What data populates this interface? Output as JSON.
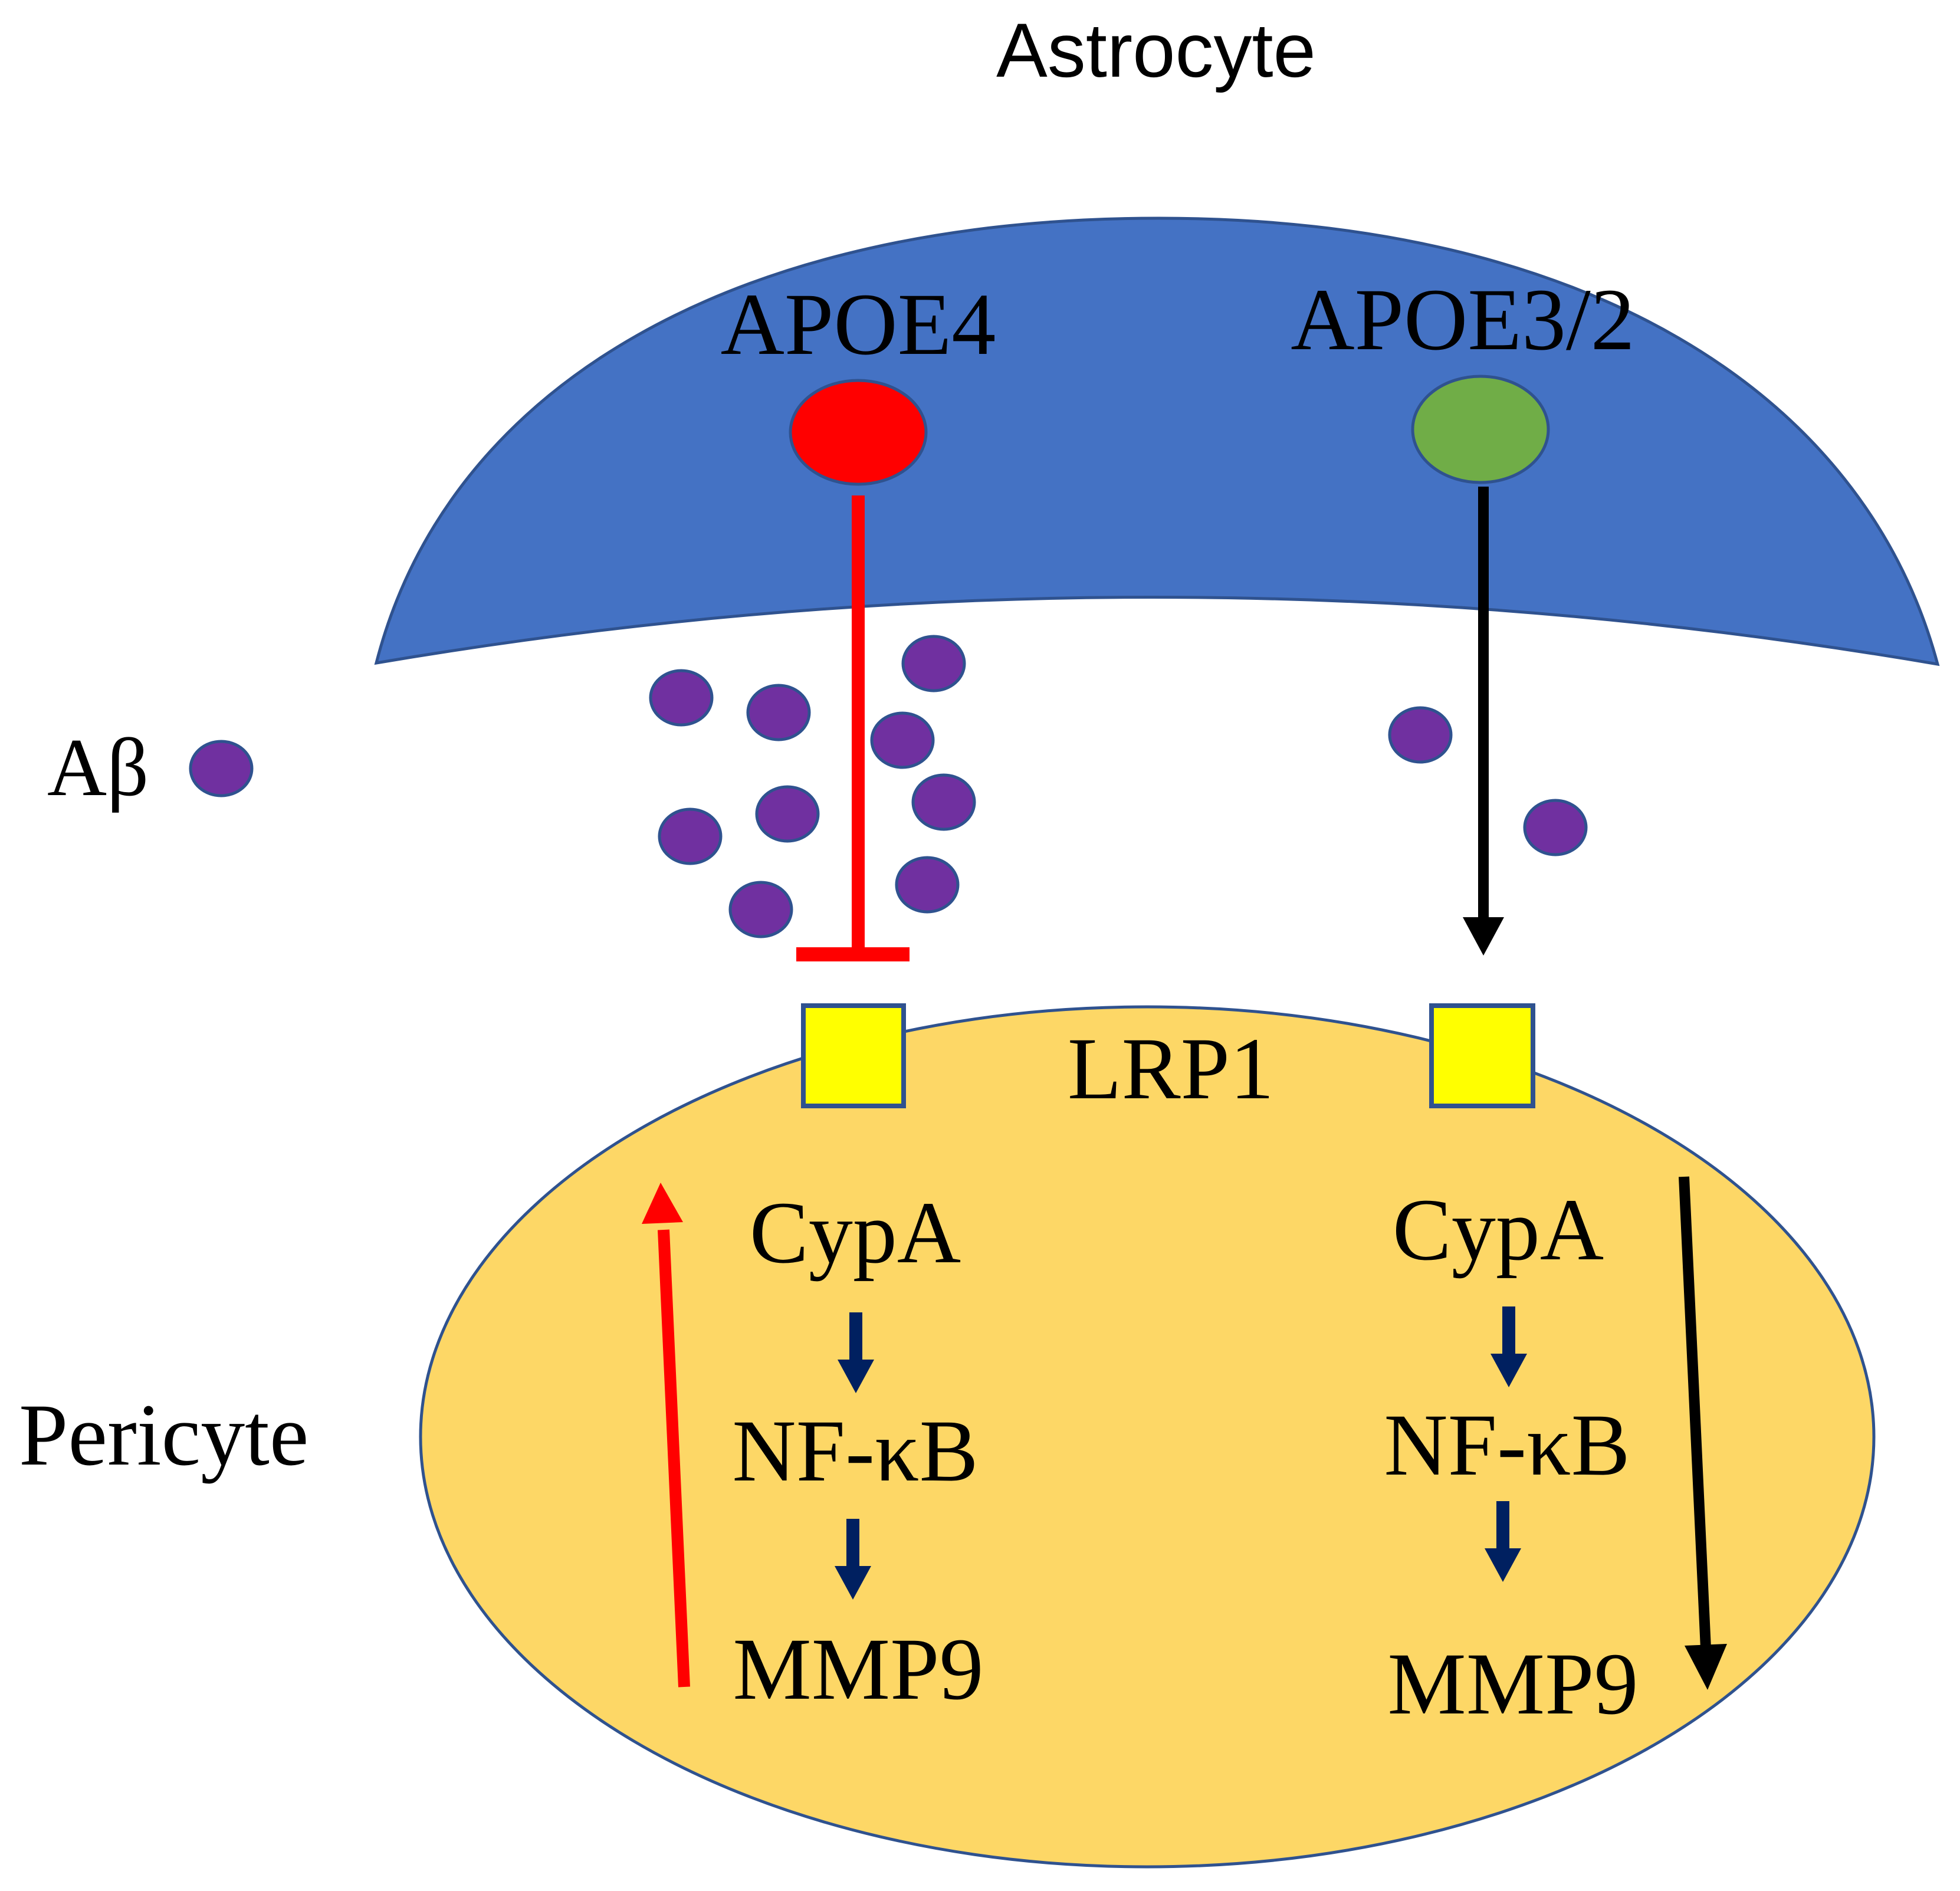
{
  "labels": {
    "astrocyte": "Astrocyte",
    "apoe4": "APOE4",
    "apoe32": "APOE3/2",
    "abeta": "Aβ",
    "lrp1": "LRP1",
    "pericyte": "Pericyte"
  },
  "left_pathway": [
    "CypA",
    "NF-κB",
    "MMP9"
  ],
  "right_pathway": [
    "CypA",
    "NF-κB",
    "MMP9"
  ],
  "colors": {
    "astrocyte_fill": "#4472C4",
    "pericyte_fill": "#FDD766",
    "outline": "#2F528F",
    "apoe4": "#FF0000",
    "apoe32": "#70AD47",
    "abeta": "#7030A0",
    "receptor": "#FFFF00",
    "inhibition": "#FF0000",
    "activation": "#000000",
    "small_arrow": "#002060"
  }
}
